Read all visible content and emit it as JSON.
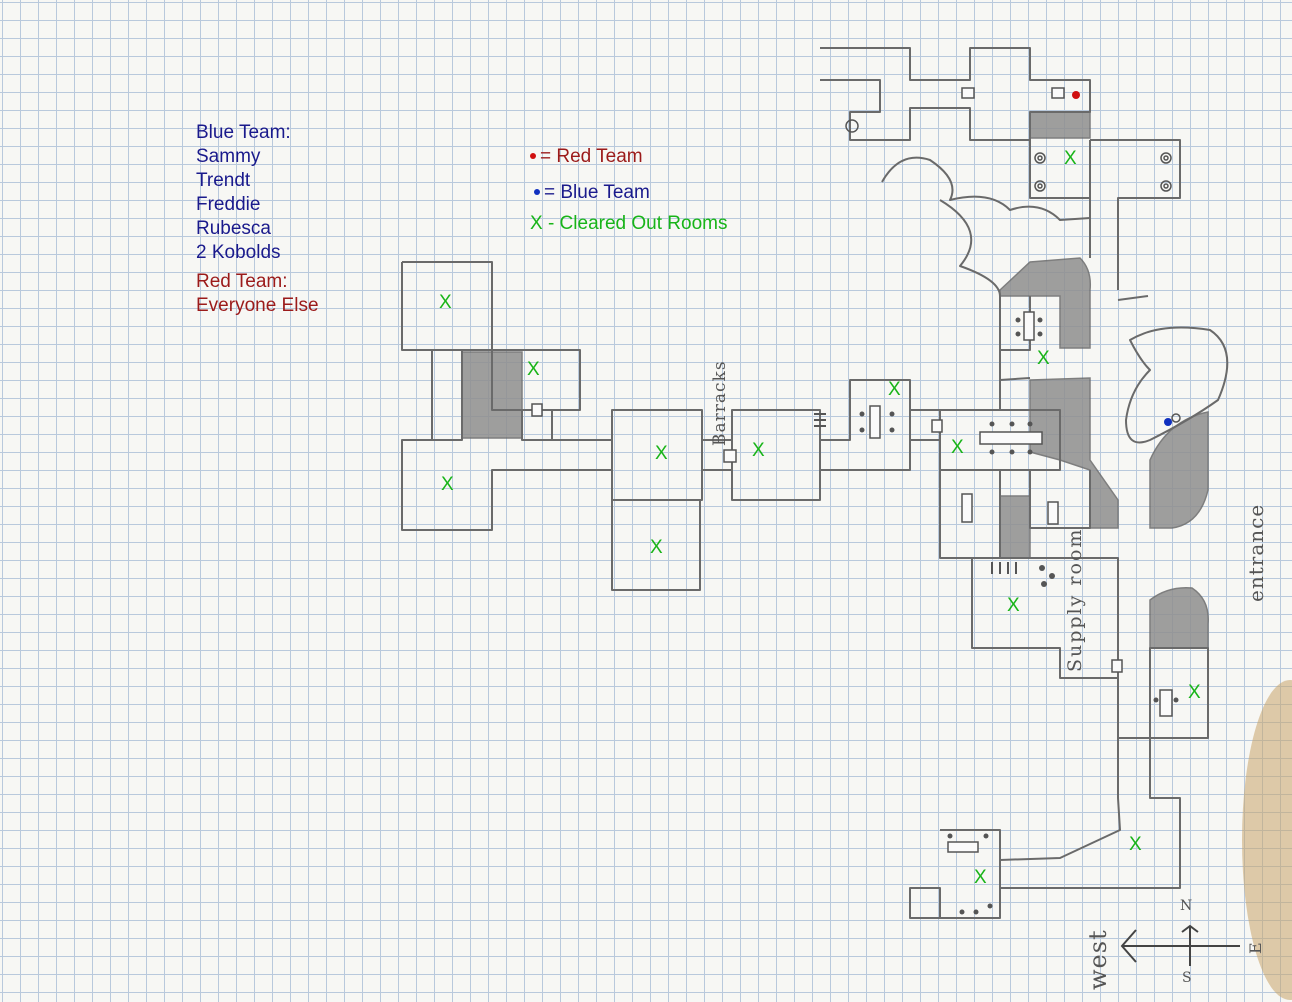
{
  "colors": {
    "blue_team": "#1a1a8c",
    "red_team": "#9b1a1a",
    "cleared": "#18b418",
    "red_marker": "#d01010",
    "blue_marker": "#1030c0"
  },
  "teams": {
    "blue": {
      "heading": "Blue Team:",
      "members": [
        "Sammy",
        "Trendt",
        "Freddie",
        "Rubesca",
        "2 Kobolds"
      ]
    },
    "red": {
      "heading": "Red Team:",
      "members": [
        "Everyone Else"
      ]
    }
  },
  "legend": {
    "red_team": "= Red Team",
    "blue_team": "= Blue Team",
    "cleared": "X - Cleared Out Rooms"
  },
  "map_labels": {
    "barracks": "Barracks",
    "supply_room": "Supply room",
    "entrance": "entrance",
    "west": "west",
    "north": "N",
    "south": "S",
    "east": "E"
  },
  "cleared_marker": "X"
}
